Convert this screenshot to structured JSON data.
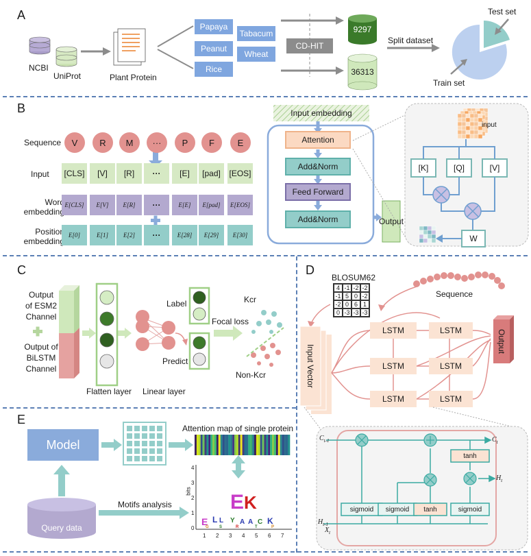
{
  "panel_a": {
    "label": "A",
    "sources": [
      "NCBI",
      "UniProt"
    ],
    "plant_protein": "Plant Protein",
    "species": [
      "Papaya",
      "Tabacum",
      "Peanut",
      "Wheat",
      "Rice"
    ],
    "tool": "CD-HIT",
    "counts": [
      "9297",
      "36313"
    ],
    "split": "Split dataset",
    "test_set": "Test set",
    "train_set": "Train set"
  },
  "panel_b": {
    "label": "B",
    "row_labels": {
      "sequence": "Sequence",
      "input": "Input",
      "word": "Word embedding",
      "position": "Position embedding"
    },
    "sequence": [
      "V",
      "R",
      "M",
      "···",
      "P",
      "F",
      "E"
    ],
    "input_tokens": [
      "[CLS]",
      "[V]",
      "[R]",
      "···",
      "[E]",
      "[pad]",
      "[EOS]"
    ],
    "word_tokens": [
      "E[CLS]",
      "E[V]",
      "E[R]",
      "···",
      "E[E]",
      "E[pad]",
      "E[EOS]"
    ],
    "position_tokens": [
      "E[0]",
      "E[1]",
      "E[2]",
      "···",
      "E[28]",
      "E[29]",
      "E[30]"
    ],
    "input_embedding": "Input embedding",
    "attention": "Attention",
    "addnorm": "Add&Norm",
    "feed_forward": "Feed Forward",
    "output": "Output",
    "input": "input",
    "kqv": [
      "[K]",
      "[Q]",
      "[V]"
    ],
    "w": "W"
  },
  "panel_c": {
    "label": "C",
    "esm": "Output of ESM2 Channel",
    "bilstm": "Output of BiLSTM Channel",
    "flatten": "Flatten layer",
    "linear": "Linear layer",
    "label_text": "Label",
    "predict": "Predict",
    "focal": "Focal loss",
    "kcr": "Kcr",
    "nonkcr": "Non-Kcr"
  },
  "panel_d": {
    "label": "D",
    "blosum": "BLOSUM62",
    "matrix": [
      [
        "4",
        "-1",
        "-2",
        "-2"
      ],
      [
        "-1",
        "5",
        "0",
        "-2"
      ],
      [
        "-2",
        "0",
        "6",
        "1"
      ],
      [
        "0",
        "-3",
        "-3",
        "-3"
      ]
    ],
    "sequence": "Sequence",
    "input_vector": "Input Vector",
    "lstm": "LSTM",
    "output": "Output",
    "tanh": "tanh",
    "sigmoid": "sigmoid",
    "c_prev": "C",
    "c_prev_sub": "t-1",
    "c_t": "C",
    "c_t_sub": "t",
    "h_t": "H",
    "h_t_sub": "t",
    "h_prev": "H",
    "h_prev_sub": "t-1",
    "x_t": "X",
    "x_t_sub": "t"
  },
  "panel_e": {
    "label": "E",
    "model": "Model",
    "query": "Query data",
    "attention_map": "Attention map of single protein",
    "motifs": "Motifs analysis",
    "bits": "bits",
    "y_ticks": [
      "0",
      "1",
      "2",
      "3",
      "4"
    ],
    "x_ticks": [
      "1",
      "2",
      "3",
      "4",
      "5",
      "6",
      "7"
    ]
  },
  "colors": {
    "separator": "#5b7fb5",
    "red_circle": "#e2928f",
    "green_box": "#d6e9c4",
    "purple_box": "#b3a9cf",
    "teal_box": "#93cdc9",
    "blue_box": "#8aabdb",
    "arrow_gray": "#9a9a9a",
    "lstm_box": "#fbe3d3",
    "output_red": "#d87b7b",
    "green_circle": "#3d7a2a"
  }
}
